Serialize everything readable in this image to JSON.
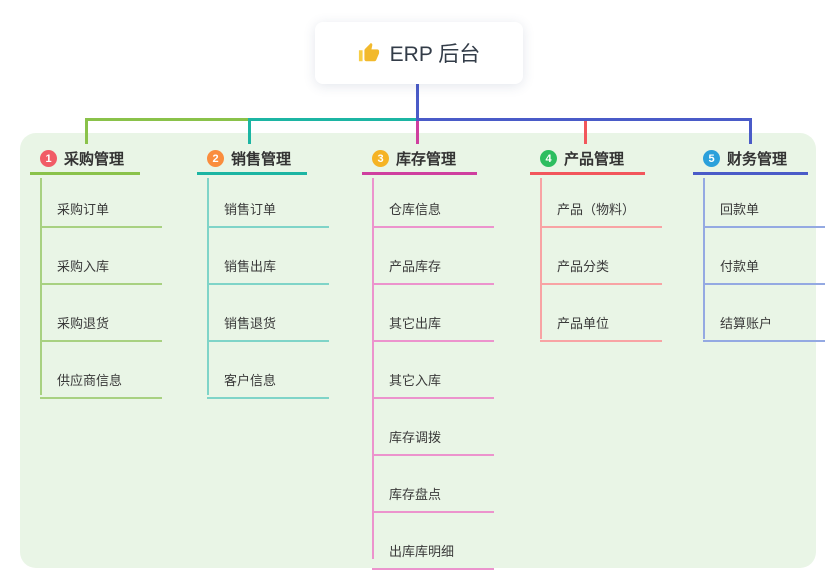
{
  "root": {
    "label": "ERP 后台",
    "icon": "thumbs-up-icon"
  },
  "branches": [
    {
      "number": "1",
      "label": "采购管理",
      "badge_color": "#f15b66",
      "line_color": "#8ac24a",
      "child_line_color": "#a8d181",
      "children": [
        "采购订单",
        "采购入库",
        "采购退货",
        "供应商信息"
      ]
    },
    {
      "number": "2",
      "label": "销售管理",
      "badge_color": "#fa8d3d",
      "line_color": "#1cb5a3",
      "child_line_color": "#7fd4c8",
      "children": [
        "销售订单",
        "销售出库",
        "销售退货",
        "客户信息"
      ]
    },
    {
      "number": "3",
      "label": "库存管理",
      "badge_color": "#f5b324",
      "line_color": "#cf3f9f",
      "child_line_color": "#ec93cd",
      "children": [
        "仓库信息",
        "产品库存",
        "其它出库",
        "其它入库",
        "库存调拨",
        "库存盘点",
        "出库库明细"
      ]
    },
    {
      "number": "4",
      "label": "产品管理",
      "badge_color": "#2dbe60",
      "line_color": "#f2565c",
      "child_line_color": "#f8a3a4",
      "children": [
        "产品（物料）",
        "产品分类",
        "产品单位"
      ]
    },
    {
      "number": "5",
      "label": "财务管理",
      "badge_color": "#2ba0db",
      "line_color": "#4a5bc8",
      "child_line_color": "#94a9e2",
      "children": [
        "回款单",
        "付款单",
        "结算账户"
      ]
    }
  ],
  "colors": {
    "canvas_background": "#e9f5e6",
    "root_connector": "#4a5bc8",
    "text": "#333333"
  }
}
